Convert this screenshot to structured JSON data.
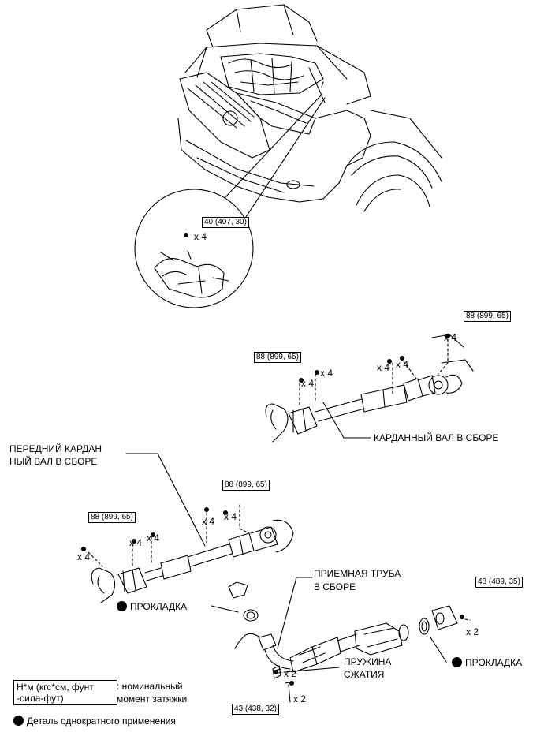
{
  "torques": {
    "t1": "40 (407, 30)",
    "t2": "88 (899, 65)",
    "t3": "88 (899, 65)",
    "t4": "88 (899, 65)",
    "t5": "88 (899, 65)",
    "t6": "48 (489, 35)",
    "t7": "43 (438, 32)"
  },
  "quantities": {
    "q_circle": "x 4",
    "q_rear_top": "x 4",
    "q_rear_mid": "x 4",
    "q_rear_a": "x 4",
    "q_rear_b": "x 4",
    "q_rear_left": "x 4",
    "q_front_top_a": "x 4",
    "q_front_top_b": "x 4",
    "q_front_mid_a": "x 4",
    "q_front_mid_b": "x 4",
    "q_front_left": "x 4",
    "q_pipe_right": "x 2",
    "q_pipe_spring": "x 2",
    "q_pipe_bolt": "x 2"
  },
  "labels": {
    "front_shaft_line1": "ПЕРЕДНИЙ КАРДАН",
    "front_shaft_line2": "НЫЙ ВАЛ В СБОРЕ",
    "prop_shaft": "КАРДАННЫЙ ВАЛ В СБОРЕ",
    "front_pipe_line1": "ПРИЕМНАЯ ТРУБА",
    "front_pipe_line2": "В СБОРЕ",
    "gasket_left": "ПРОКЛАДКА",
    "gasket_right": "ПРОКЛАДКА",
    "spring_line1": "ПРУЖИНА",
    "spring_line2": "СЖАТИЯ"
  },
  "legend": {
    "unit_line1": "Н*м (кгс*см, фунт",
    "unit_line2": "-сила-фут)",
    "desc_line1": ": номинальный",
    "desc_line2": "момент затяжки",
    "non_reusable": "Деталь однократного применения"
  }
}
